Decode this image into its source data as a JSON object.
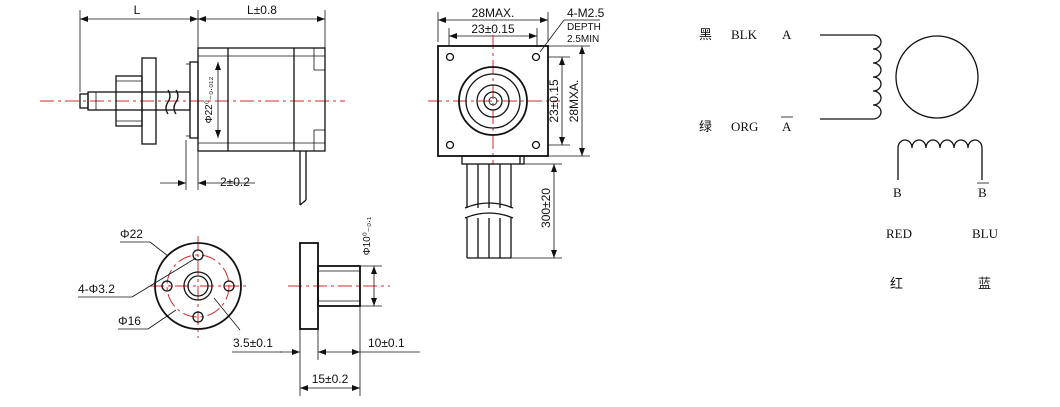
{
  "side_view": {
    "dim_L": "L",
    "dim_body": "L±0.8",
    "dim_flange_gap": "2±0.2",
    "dim_shaft_dia": "Φ22⁰₋₀.₀₁₂"
  },
  "front_view": {
    "dim_width": "28MAX.",
    "dim_hole_spacing": "23±0.15",
    "dim_mount_hole": "4-M2.5",
    "depth_line1": "DEPTH",
    "depth_line2": "2.5MIN",
    "dim_vert_holes": "23±0.15",
    "dim_vert_max": "28MXA.",
    "dim_lead": "300±20"
  },
  "nut_front": {
    "dim_outer": "Φ22",
    "dim_holes": "4-Φ3.2",
    "dim_pcd": "Φ16"
  },
  "nut_side": {
    "dim_bore": "Φ10⁰₋₀.₁",
    "dim_flange": "3.5±0.1",
    "dim_boss": "10±0.1",
    "dim_total": "15±0.2"
  },
  "wiring": {
    "w1_cn": "黑",
    "w1_code": "BLK",
    "w1_phase": "A",
    "w2_cn": "绿",
    "w2_code": "ORG",
    "w2_phase": "A",
    "w3_phase": "B",
    "w4_phase": "B",
    "w3_code": "RED",
    "w4_code": "BLU",
    "w3_cn": "红",
    "w4_cn": "蓝"
  },
  "colors": {
    "line": "#111111",
    "centerline": "#d42a2a",
    "background": "#ffffff"
  }
}
